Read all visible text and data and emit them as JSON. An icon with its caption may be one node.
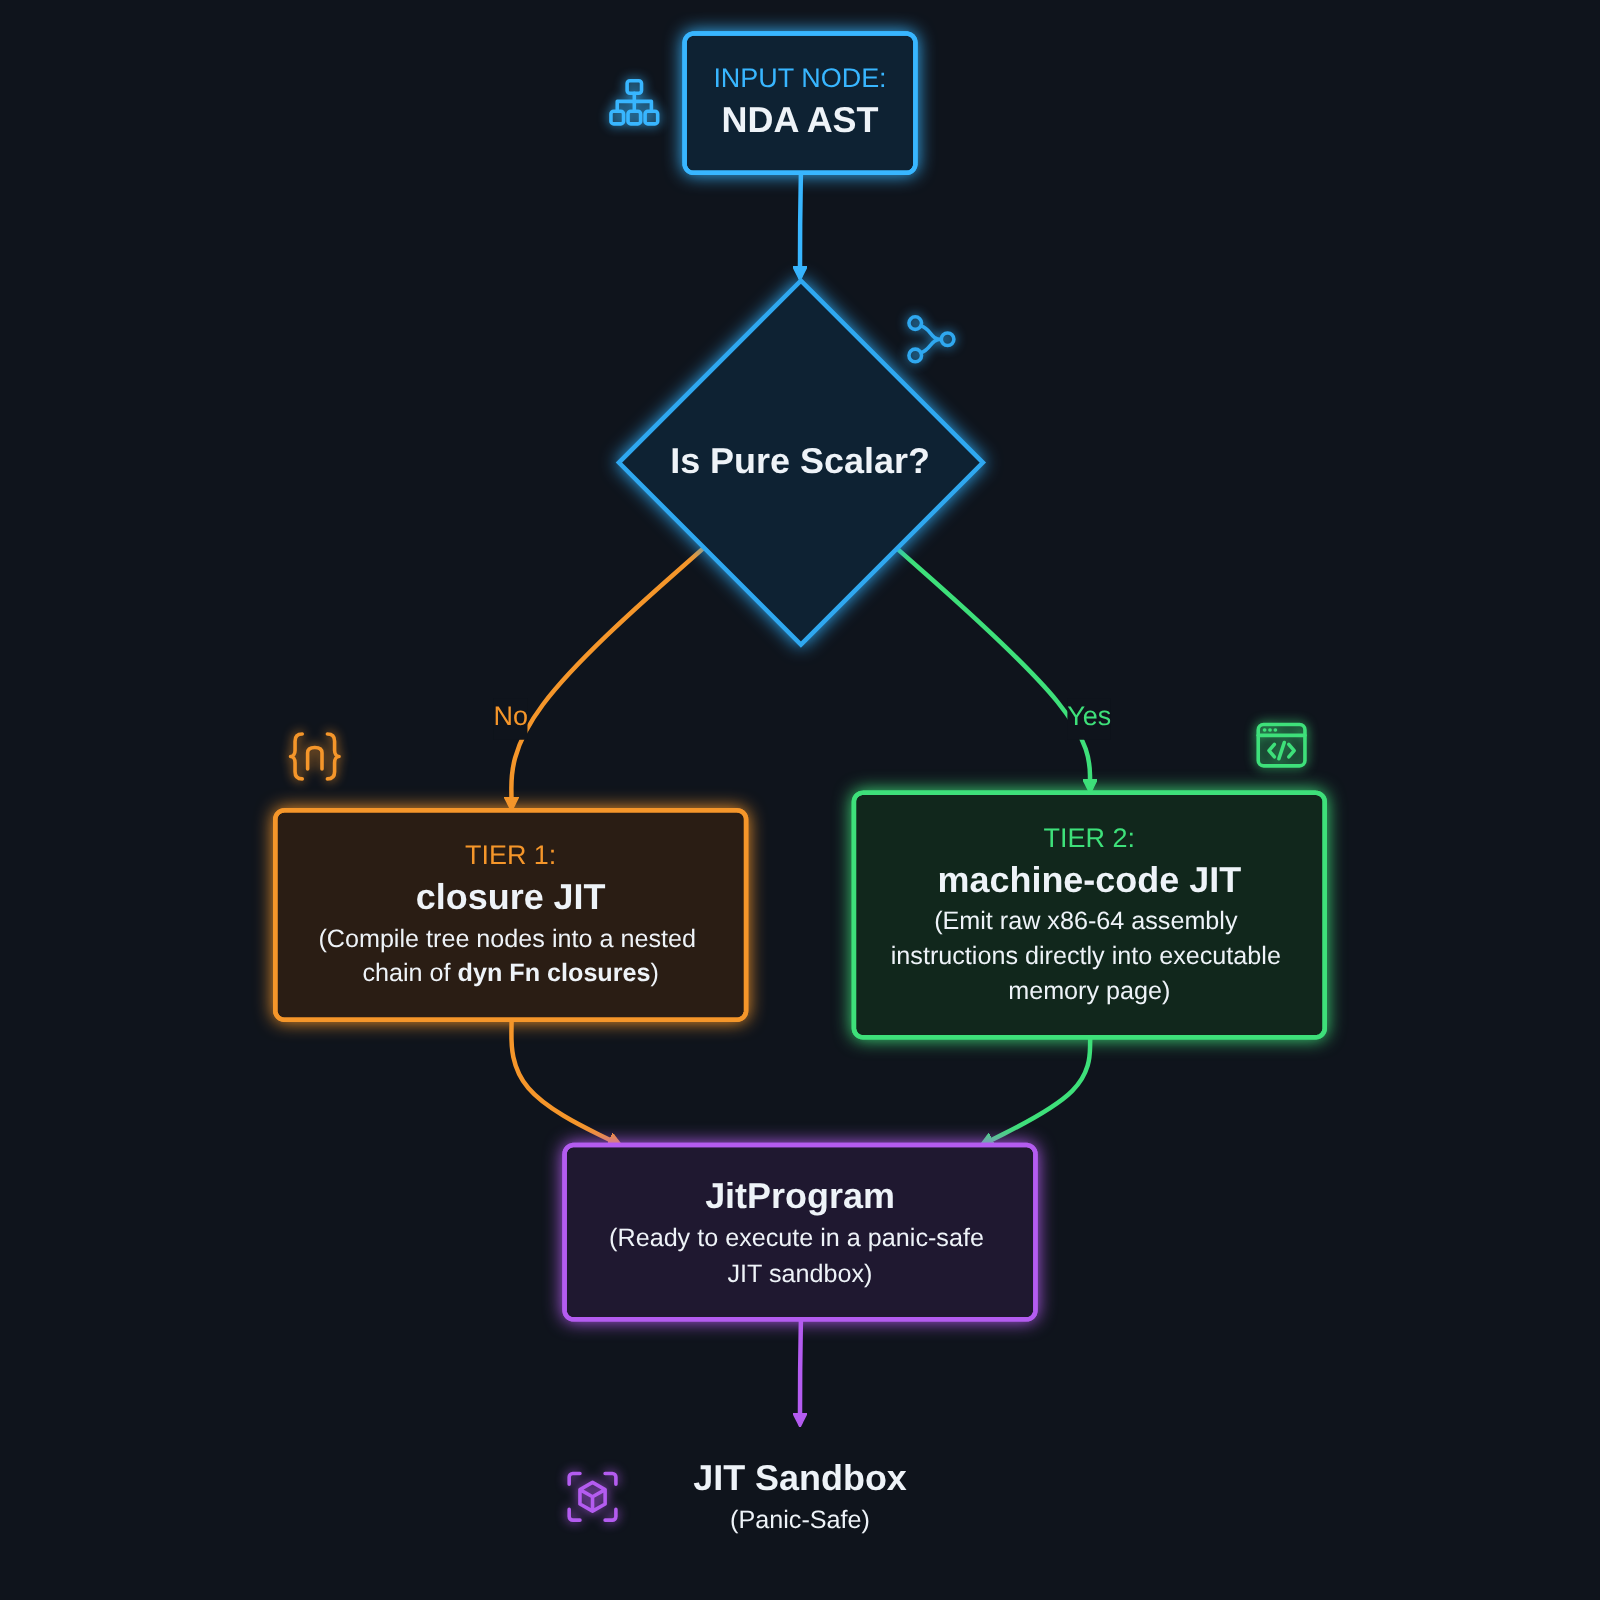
{
  "diagram": {
    "nodes": [
      {
        "text": [
          "INPUT NODE:",
          "NDA AST"
        ]
      },
      {
        "text": [
          "Is Pure Scalar?"
        ]
      },
      {
        "text": [
          "TIER 1:",
          "closure JIT",
          "(Compile tree nodes into a nested chain of **dyn Fn closures**)"
        ]
      },
      {
        "text": [
          "TIER 2:",
          "machine-code JIT",
          "(Emit raw x86-64 assembly instructions directly into executable memory page)"
        ]
      },
      {
        "text": [
          "JitProgram",
          "(Ready to execute in a panic-safe JIT sandbox)"
        ]
      },
      {
        "text": [
          "JIT Sandbox",
          "(Panic-Safe)"
        ]
      }
    ],
    "edges": [
      {
        "from": 0,
        "to": 1,
        "arrow": "to",
        "color": "#38b6ff"
      },
      {
        "from": 1,
        "to": 2,
        "label": "No",
        "arrow": "to",
        "color": "#f5962a"
      },
      {
        "from": 1,
        "to": 3,
        "label": "Yes",
        "arrow": "to",
        "color": "#3ee07a"
      },
      {
        "from": 2,
        "to": 4,
        "arrow": "to",
        "color": "#f5962a"
      },
      {
        "from": 3,
        "to": 4,
        "arrow": "to",
        "color": "#3ee07a"
      },
      {
        "from": 4,
        "to": 5,
        "arrow": "to",
        "color": "#b45cf0"
      }
    ]
  }
}
